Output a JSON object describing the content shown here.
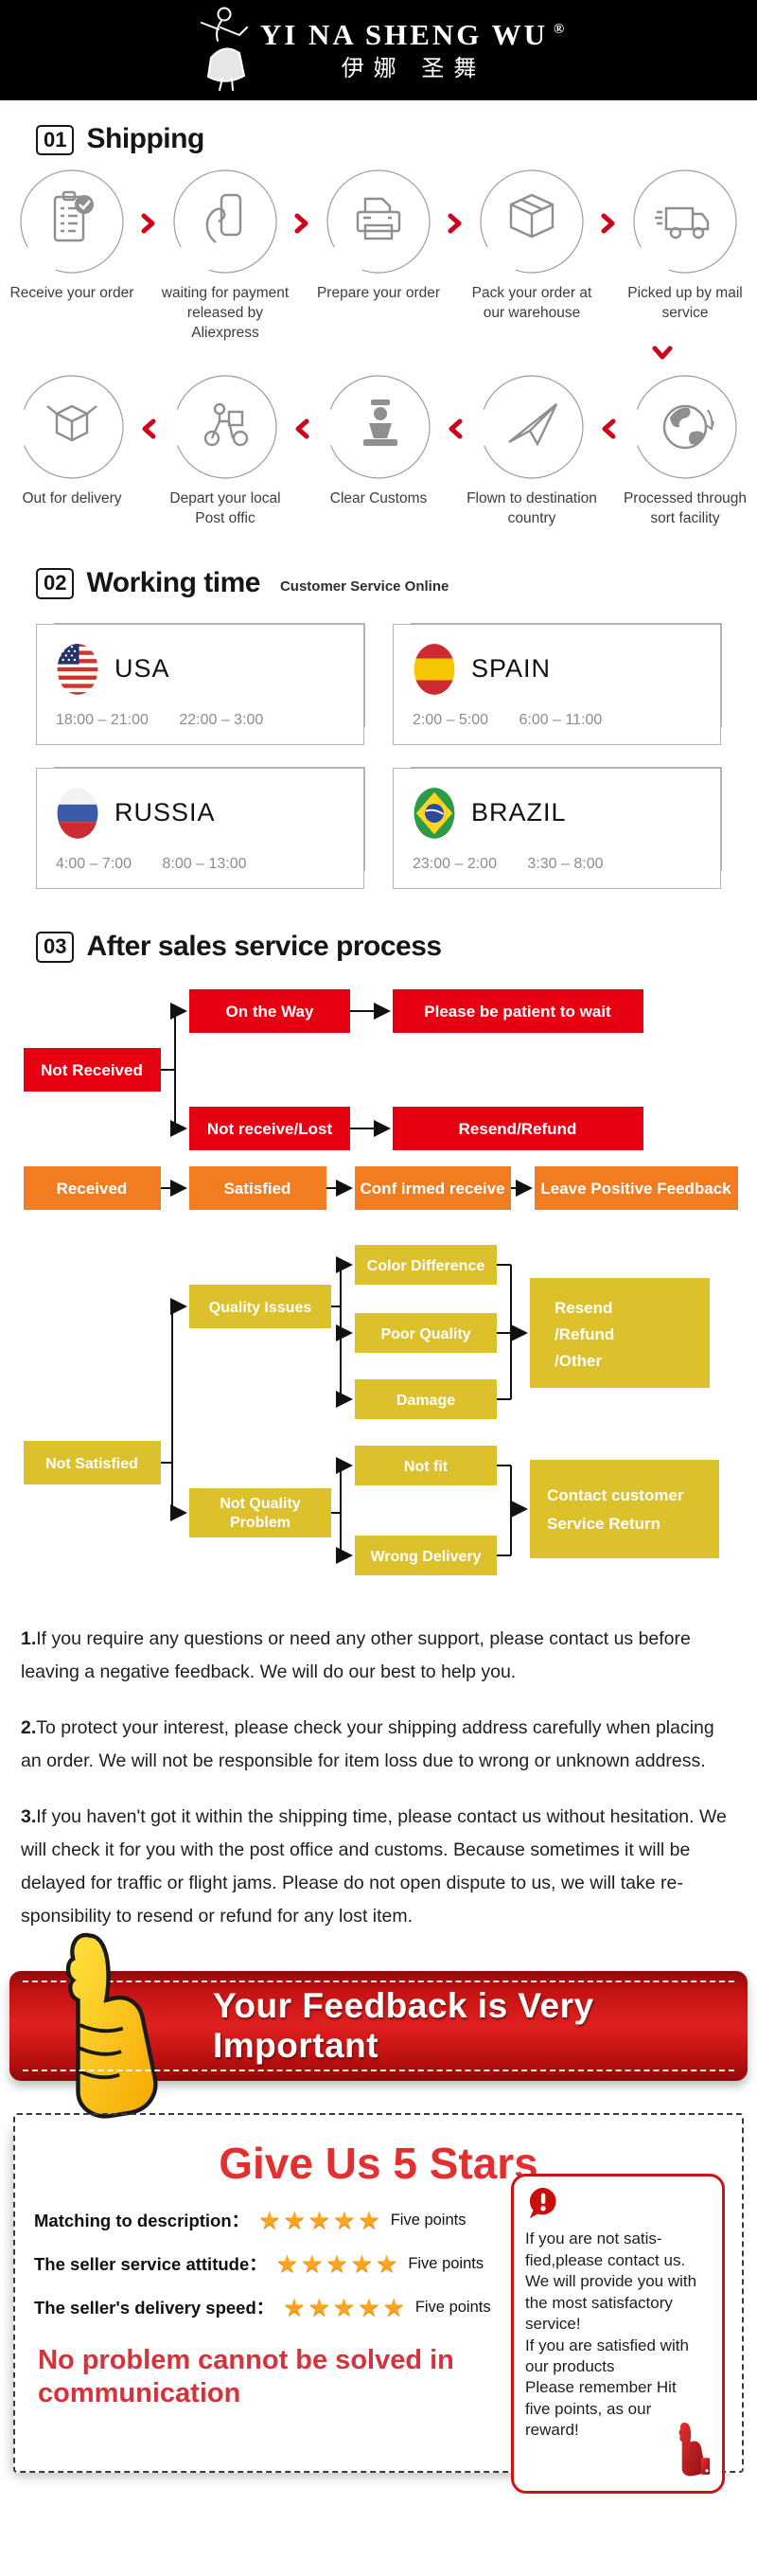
{
  "header": {
    "brand": "YI NA SHENG WU",
    "registered": "®",
    "brand_cn": "伊娜 圣舞"
  },
  "shipping": {
    "num": "01",
    "title": "Shipping",
    "steps_row1": [
      {
        "label": "Receive your order"
      },
      {
        "label": "waiting for payment released by Aliexpress"
      },
      {
        "label": "Prepare your order"
      },
      {
        "label": "Pack your order at our warehouse"
      },
      {
        "label": "Picked up by mail service"
      }
    ],
    "steps_row2": [
      {
        "label": "Out for delivery"
      },
      {
        "label": "Depart your local Post offic"
      },
      {
        "label": "Clear Customs"
      },
      {
        "label": "Flown to destination country"
      },
      {
        "label": "Processed through sort facility"
      }
    ]
  },
  "working_time": {
    "num": "02",
    "title": "Working time",
    "subtitle": "Customer Service Online",
    "cards": [
      {
        "country": "USA",
        "time1": "18:00 – 21:00",
        "time2": "22:00 – 3:00"
      },
      {
        "country": "SPAIN",
        "time1": "2:00 – 5:00",
        "time2": "6:00 – 11:00"
      },
      {
        "country": "RUSSIA",
        "time1": "4:00 – 7:00",
        "time2": "8:00 – 13:00"
      },
      {
        "country": "BRAZIL",
        "time1": "23:00 – 2:00",
        "time2": "3:30 – 8:00"
      }
    ]
  },
  "after_sales": {
    "num": "03",
    "title": "After sales service process",
    "flow": {
      "on_the_way": "On the Way",
      "please_wait": "Please be patient to wait",
      "not_received": "Not Received",
      "not_receive_lost": "Not receive/Lost",
      "resend_refund": "Resend/Refund",
      "received": "Received",
      "satisfied": "Satisfied",
      "confirmed_receive": "Conf irmed receive",
      "leave_positive": "Leave Positive Feedback",
      "not_satisfied": "Not Satisfied",
      "quality_issues": "Quality Issues",
      "color_difference": "Color Difference",
      "poor_quality": "Poor Quality",
      "damage": "Damage",
      "resend_l1": "Resend",
      "resend_l2": "/Refund",
      "resend_l3": "/Other",
      "nqp_l1": "Not Quality",
      "nqp_l2": "Problem",
      "not_fit": "Not fit",
      "wrong_delivery": "Wrong Delivery",
      "contact_l1": "Contact customer",
      "contact_l2": "Service Return"
    }
  },
  "notes": [
    {
      "num": "1.",
      "text": "If you require any questions or need any other support, please contact us before leaving a negative feedback. We will do our best to help you."
    },
    {
      "num": "2.",
      "text": "To protect your interest, please check your shipping address carefully when placing an order. We will not be responsible for item loss due to wrong or unknown address."
    },
    {
      "num": "3.",
      "text": "If you haven't got it within the shipping time, please contact us without hesitation. We will check it for you with the post office and customs. Because sometimes it will be delayed for traffic or flight jams. Please do not open dispute to us, we will take re-sponsibility to resend or refund for any lost item."
    }
  ],
  "banner": {
    "text": "Your Feedback is Very Important"
  },
  "feedback": {
    "title": "Give Us 5 Stars",
    "rows": [
      {
        "label": "Matching to description",
        "colon": "：",
        "stars": "★★★★★",
        "points": "Five points"
      },
      {
        "label": "The seller service attitude",
        "colon": "：",
        "stars": "★★★★★",
        "points": "Five points"
      },
      {
        "label": "The seller's delivery speed",
        "colon": "：",
        "stars": "★★★★★",
        "points": "Five points"
      }
    ],
    "slogan": "No problem cannot be solved in communication",
    "note_text": "If you are not satis-\nfied,please contact us.\nWe will provide you with\nthe most satisfactory\nservice!\nIf you are satisfied with\nour products\nPlease remember Hit\nfive points, as our\nreward!"
  },
  "colors": {
    "accent_red": "#e60012",
    "flow_orange": "#f17c21",
    "flow_yellow": "#dcc02c",
    "banner_red": "#c41212",
    "star_orange": "#ffa41e"
  }
}
